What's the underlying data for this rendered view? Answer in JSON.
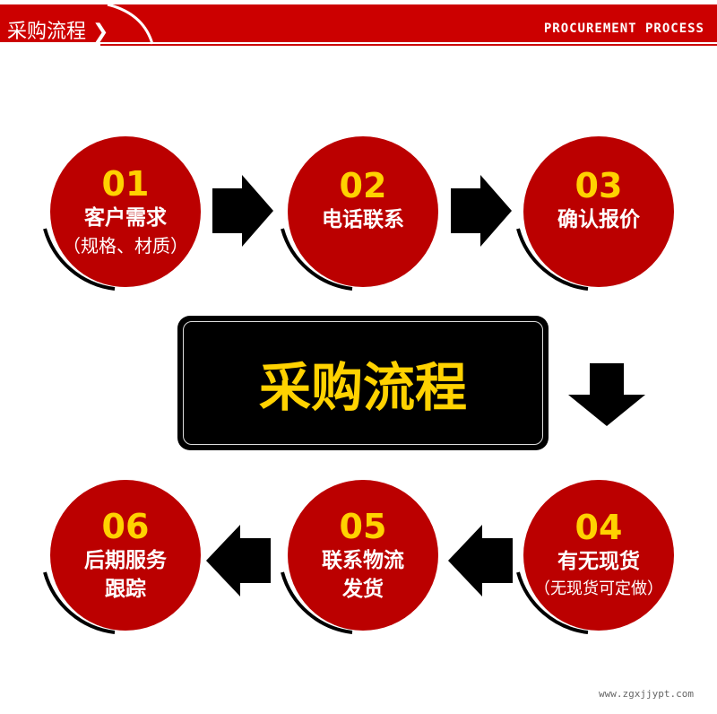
{
  "header": {
    "title": "采购流程 ❯",
    "subtitle": "PROCUREMENT PROCESS"
  },
  "center_title": "采购流程",
  "steps": [
    {
      "num": "01",
      "label": "客户需求",
      "sub": "（规格、材质）"
    },
    {
      "num": "02",
      "label": "电话联系"
    },
    {
      "num": "03",
      "label": "确认报价"
    },
    {
      "num": "04",
      "label": "有无现货",
      "sub": "（无现货可定做）"
    },
    {
      "num": "05",
      "label": "联系物流",
      "label2": "发货"
    },
    {
      "num": "06",
      "label": "后期服务",
      "label2": "跟踪"
    }
  ],
  "watermark": "www.zgxjjypt.com",
  "colors": {
    "red": "#cc0000",
    "circle": "#bb0000",
    "yellow": "#ffd200"
  }
}
